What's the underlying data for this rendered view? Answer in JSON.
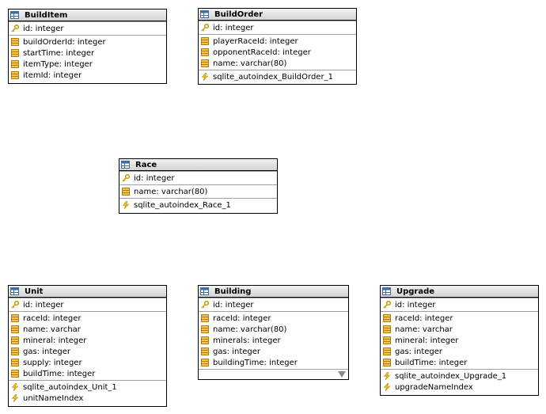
{
  "tables": {
    "builditem": {
      "title": "BuildItem",
      "pk": "id: integer",
      "columns": [
        "buildOrderId: integer",
        "startTime: integer",
        "itemType: integer",
        "itemId: integer"
      ],
      "indexes": []
    },
    "buildorder": {
      "title": "BuildOrder",
      "pk": "id: integer",
      "columns": [
        "playerRaceId: integer",
        "opponentRaceId: integer",
        "name: varchar(80)"
      ],
      "indexes": [
        "sqlite_autoindex_BuildOrder_1"
      ]
    },
    "race": {
      "title": "Race",
      "pk": "id: integer",
      "columns": [
        "name: varchar(80)"
      ],
      "indexes": [
        "sqlite_autoindex_Race_1"
      ]
    },
    "unit": {
      "title": "Unit",
      "pk": "id: integer",
      "columns": [
        "raceId: integer",
        "name: varchar",
        "mineral: integer",
        "gas: integer",
        "supply: integer",
        "buildTime: integer"
      ],
      "indexes": [
        "sqlite_autoindex_Unit_1",
        "unitNameIndex"
      ]
    },
    "building": {
      "title": "Building",
      "pk": "id: integer",
      "columns": [
        "raceId: integer",
        "name: varchar(80)",
        "minerals: integer",
        "gas: integer",
        "buildingTime: integer"
      ],
      "indexes": []
    },
    "upgrade": {
      "title": "Upgrade",
      "pk": "id: integer",
      "columns": [
        "raceId: integer",
        "name: varchar",
        "mineral: integer",
        "gas: integer",
        "buildTime: integer"
      ],
      "indexes": [
        "sqlite_autoindex_Upgrade_1",
        "upgradeNameIndex"
      ]
    }
  }
}
